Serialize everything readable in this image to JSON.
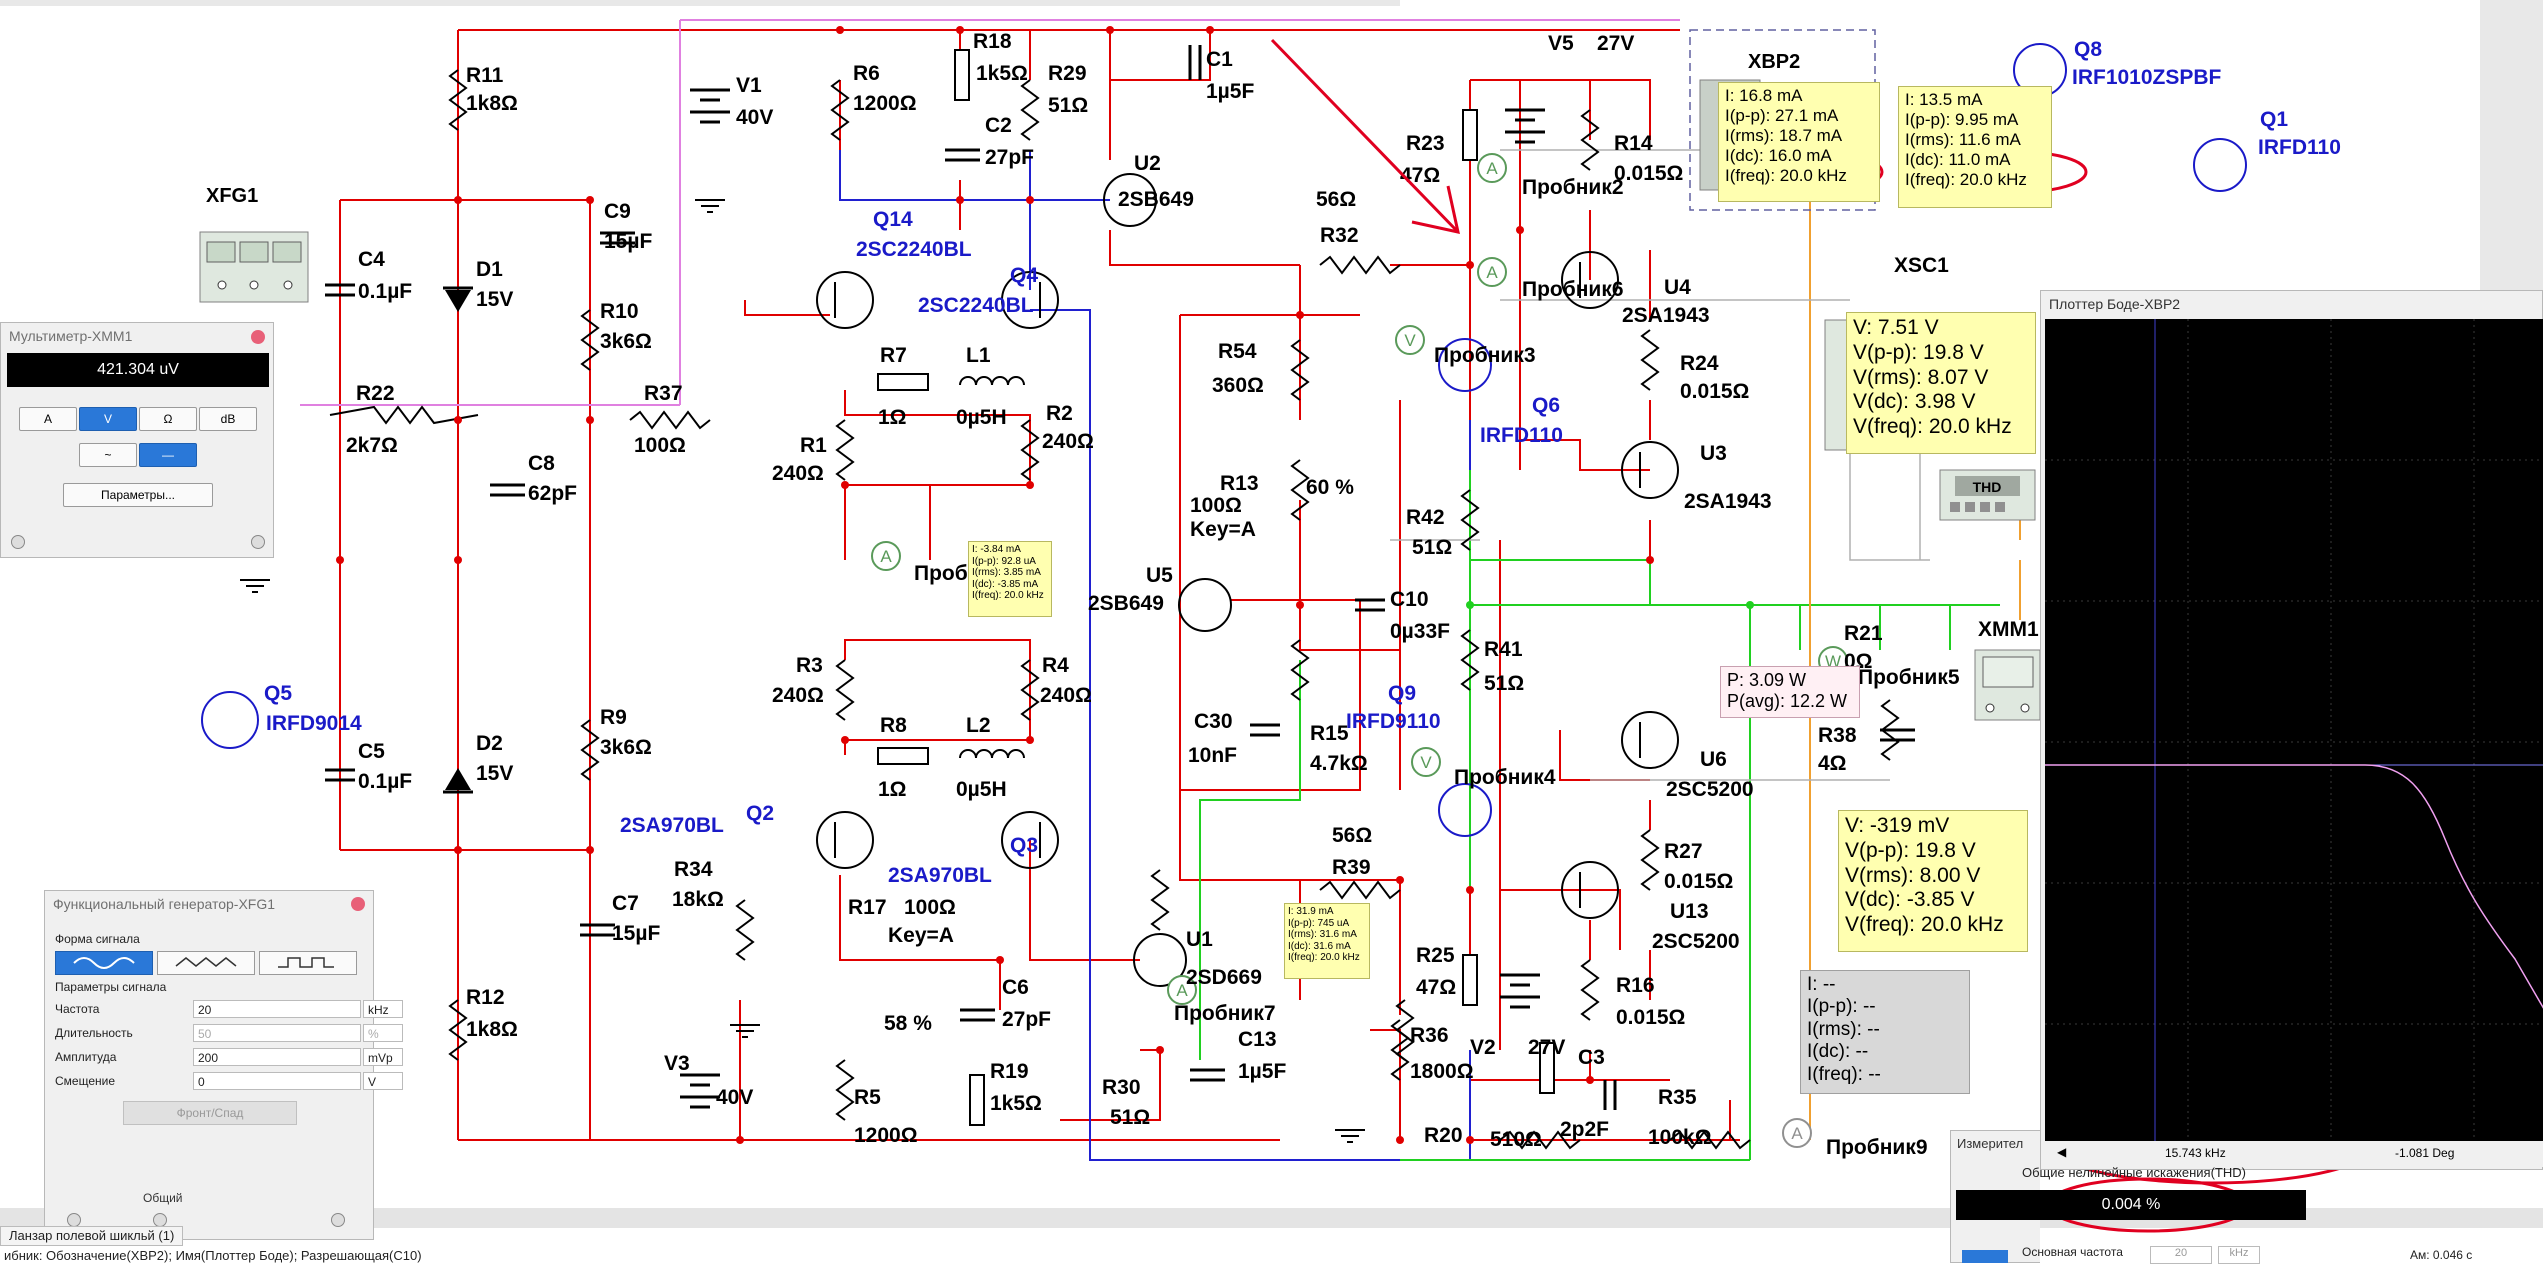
{
  "schematic": {
    "components": {
      "R11": {
        "name": "R11",
        "value": "1k8Ω"
      },
      "V1": {
        "name": "V1",
        "value": "40V"
      },
      "R6": {
        "name": "R6",
        "value": "1200Ω"
      },
      "R18": {
        "name": "R18",
        "value": "1k5Ω"
      },
      "C2": {
        "name": "C2",
        "value": "27pF"
      },
      "R29": {
        "name": "R29",
        "value": "51Ω"
      },
      "C1": {
        "name": "C1",
        "value": "1µ5F"
      },
      "U2": {
        "name": "U2",
        "value": "2SB649"
      },
      "V5": {
        "name": "V5",
        "value": "27V"
      },
      "XBP2": {
        "name": "XBP2"
      },
      "Q8": {
        "name": "Q8",
        "value": "IRF1010ZSPBF"
      },
      "Q1": {
        "name": "Q1",
        "value": "IRFD110"
      },
      "XFG1": {
        "name": "XFG1"
      },
      "C4": {
        "name": "C4",
        "value": "0.1µF"
      },
      "D1": {
        "name": "D1",
        "value": "15V"
      },
      "C9": {
        "name": "C9",
        "value": "15µF"
      },
      "R10": {
        "name": "R10",
        "value": "3k6Ω"
      },
      "Q14": {
        "name": "Q14",
        "value": "2SC2240BL"
      },
      "Q4": {
        "name": "Q4",
        "value": "2SC2240BL"
      },
      "R7": {
        "name": "R7",
        "value": "1Ω"
      },
      "L1": {
        "name": "L1",
        "value": "0µ5H"
      },
      "R1": {
        "name": "R1",
        "value": "240Ω"
      },
      "R2": {
        "name": "R2",
        "value": "240Ω"
      },
      "R22": {
        "name": "R22",
        "value": "2k7Ω"
      },
      "R37": {
        "name": "R37",
        "value": "100Ω"
      },
      "C8": {
        "name": "C8",
        "value": "62pF"
      },
      "R23": {
        "name": "R23",
        "value": "47Ω"
      },
      "R14": {
        "name": "R14",
        "value": "0.015Ω"
      },
      "R32": {
        "name": "R32",
        "value": "56Ω"
      },
      "U4": {
        "name": "U4",
        "value": "2SA1943"
      },
      "R24": {
        "name": "R24",
        "value": "0.015Ω"
      },
      "U3": {
        "name": "U3",
        "value": "2SA1943"
      },
      "Q6": {
        "name": "Q6",
        "value": "IRFD110"
      },
      "R54": {
        "name": "R54",
        "value": "360Ω"
      },
      "R13": {
        "name": "R13",
        "value": "100Ω",
        "key": "Key=A",
        "percent": "60 %"
      },
      "U5": {
        "name": "U5",
        "value": "2SB649"
      },
      "C10": {
        "name": "C10",
        "value": "0µ33F"
      },
      "R42": {
        "name": "R42",
        "value": "51Ω"
      },
      "R41": {
        "name": "R41",
        "value": "51Ω"
      },
      "XSC1": {
        "name": "XSC1"
      },
      "XMM1": {
        "name": "XMM1"
      },
      "R21": {
        "name": "R21",
        "value": "0Ω"
      },
      "R38": {
        "name": "R38",
        "value": "4Ω"
      },
      "C30": {
        "name": "C30",
        "value": "10nF"
      },
      "R15": {
        "name": "R15",
        "value": "4.7kΩ"
      },
      "Q9": {
        "name": "Q9",
        "value": "IRFD9110"
      },
      "U6": {
        "name": "U6",
        "value": "2SC5200"
      },
      "Q5": {
        "name": "Q5",
        "value": "IRFD9014"
      },
      "C5": {
        "name": "C5",
        "value": "0.1µF"
      },
      "D2": {
        "name": "D2",
        "value": "15V"
      },
      "R9": {
        "name": "R9",
        "value": "3k6Ω"
      },
      "R3": {
        "name": "R3",
        "value": "240Ω"
      },
      "R4": {
        "name": "R4",
        "value": "240Ω"
      },
      "R8": {
        "name": "R8",
        "value": "1Ω"
      },
      "L2": {
        "name": "L2",
        "value": "0µ5H"
      },
      "Q2": {
        "name": "Q2",
        "value": "2SA970BL"
      },
      "Q3": {
        "name": "Q3",
        "value": "2SA970BL"
      },
      "R34": {
        "name": "R34",
        "value": "18kΩ"
      },
      "R17": {
        "name": "R17",
        "value": "100Ω",
        "key": "Key=A",
        "percent": "58 %"
      },
      "R39": {
        "name": "R39",
        "value": "56Ω"
      },
      "U1": {
        "name": "U1",
        "value": "2SD669"
      },
      "R27": {
        "name": "R27",
        "value": "0.015Ω"
      },
      "U13": {
        "name": "U13",
        "value": "2SC5200"
      },
      "C7": {
        "name": "C7",
        "value": "15µF"
      },
      "R12": {
        "name": "R12",
        "value": "1k8Ω"
      },
      "V3": {
        "name": "V3",
        "value": "40V"
      },
      "R5": {
        "name": "R5",
        "value": "1200Ω"
      },
      "C6": {
        "name": "C6",
        "value": "27pF"
      },
      "R19": {
        "name": "R19",
        "value": "1k5Ω"
      },
      "C13": {
        "name": "C13",
        "value": "1µ5F"
      },
      "R30": {
        "name": "R30",
        "value": "51Ω"
      },
      "R36": {
        "name": "R36",
        "value": "1800Ω"
      },
      "R25": {
        "name": "R25",
        "value": "47Ω"
      },
      "V2": {
        "name": "V2",
        "value": "27V"
      },
      "R16": {
        "name": "R16",
        "value": "0.015Ω"
      },
      "C3": {
        "name": "C3",
        "value": "2p2F"
      },
      "R35": {
        "name": "R35",
        "value": "100kΩ"
      },
      "R20": {
        "name": "R20",
        "value": "510Ω"
      }
    },
    "probe_labels": {
      "p2": "Пробник2",
      "p6": "Пробник6",
      "p3": "Пробник3",
      "p4": "Пробник4",
      "p5": "Пробник5",
      "p7": "Пробник7",
      "p9": "Пробник9",
      "p1": "Проб"
    },
    "probe_letters": {
      "ammeter": "A",
      "voltmeter": "V",
      "wattmeter": "W"
    },
    "probes": {
      "p2_current": [
        "I: 16.8 mA",
        "I(p-p): 27.1 mA",
        "I(rms): 18.7 mA",
        "I(dc): 16.0 mA",
        "I(freq): 20.0 kHz"
      ],
      "p6_current": [
        "I: 13.5 mA",
        "I(p-p): 9.95 mA",
        "I(rms): 11.6 mA",
        "I(dc): 11.0 mA",
        "I(freq): 20.0 kHz"
      ],
      "p3_voltage": [
        "V: 7.51 V",
        "V(p-p): 19.8 V",
        "V(rms): 8.07 V",
        "V(dc): 3.98 V",
        "V(freq): 20.0 kHz"
      ],
      "p4_voltage": [
        "V: -319 mV",
        "V(p-p): 19.8 V",
        "V(rms): 8.00 V",
        "V(dc): -3.85 V",
        "V(freq): 20.0 kHz"
      ],
      "p1_current": [
        "I: -3.84 mA",
        "I(p-p): 92.8 uA",
        "I(rms): 3.85 mA",
        "I(dc): -3.85 mA",
        "I(freq): 20.0 kHz"
      ],
      "p7_current": [
        "I: 31.9 mA",
        "I(p-p): 745 uA",
        "I(rms): 31.6 mA",
        "I(dc): 31.6 mA",
        "I(freq): 20.0 kHz"
      ],
      "p9_current": [
        "I: --",
        "I(p-p): --",
        "I(rms): --",
        "I(dc): --",
        "I(freq): --"
      ],
      "p5_power": [
        "P: 3.09 W",
        "P(avg): 12.2 W"
      ]
    }
  },
  "multimeter": {
    "title": "Мультиметр-XMM1",
    "display": "421.304 uV",
    "mode_buttons": [
      "A",
      "V",
      "Ω",
      "dB"
    ],
    "selected_mode": "V",
    "ac_dc": [
      "~",
      "—"
    ],
    "params_button": "Параметры..."
  },
  "function_generator": {
    "title": "Функциональный генератор-XFG1",
    "waveform_label": "Форма сигнала",
    "params_label": "Параметры сигнала",
    "rows": [
      {
        "label": "Частота",
        "value": "20",
        "unit": "kHz",
        "enabled": true
      },
      {
        "label": "Длительность",
        "value": "50",
        "unit": "%",
        "enabled": false
      },
      {
        "label": "Амплитуда",
        "value": "200",
        "unit": "mVp",
        "enabled": true
      },
      {
        "label": "Смещение",
        "value": "0",
        "unit": "V",
        "enabled": true
      }
    ],
    "edge_button": "Фронт/Спад",
    "common_label": "Общий"
  },
  "bode_plotter": {
    "title": "Плоттер Боде-XBP2",
    "cursor_freq": "15.743 kHz",
    "cursor_value": "-1.081 Deg"
  },
  "thd_panel": {
    "title": "Измерител",
    "label": "Общие нелинейные искажения(THD)",
    "value": "0.004 %",
    "fund_label": "Основная частота",
    "fund_value": "20",
    "fund_unit": "kHz"
  },
  "thd_instrument_label": "THD",
  "statusbar": {
    "tab": "Ланзар полевой шикльй (1)",
    "text": "ибник: Обозначение(XBP2); Имя(Плоттер Боде); Разрешающая(C10)",
    "right": "Ам: 0.046 с"
  },
  "colors": {
    "wire_red": "#e00000",
    "wire_blue": "#2020d0",
    "wire_green": "#20d020",
    "wire_pink": "#e080e0",
    "wire_orange": "#f0a030",
    "component_label_blue": "#1a1ac8",
    "annotation_red": "#e00020",
    "probe_yellow": "#ffffb0"
  }
}
